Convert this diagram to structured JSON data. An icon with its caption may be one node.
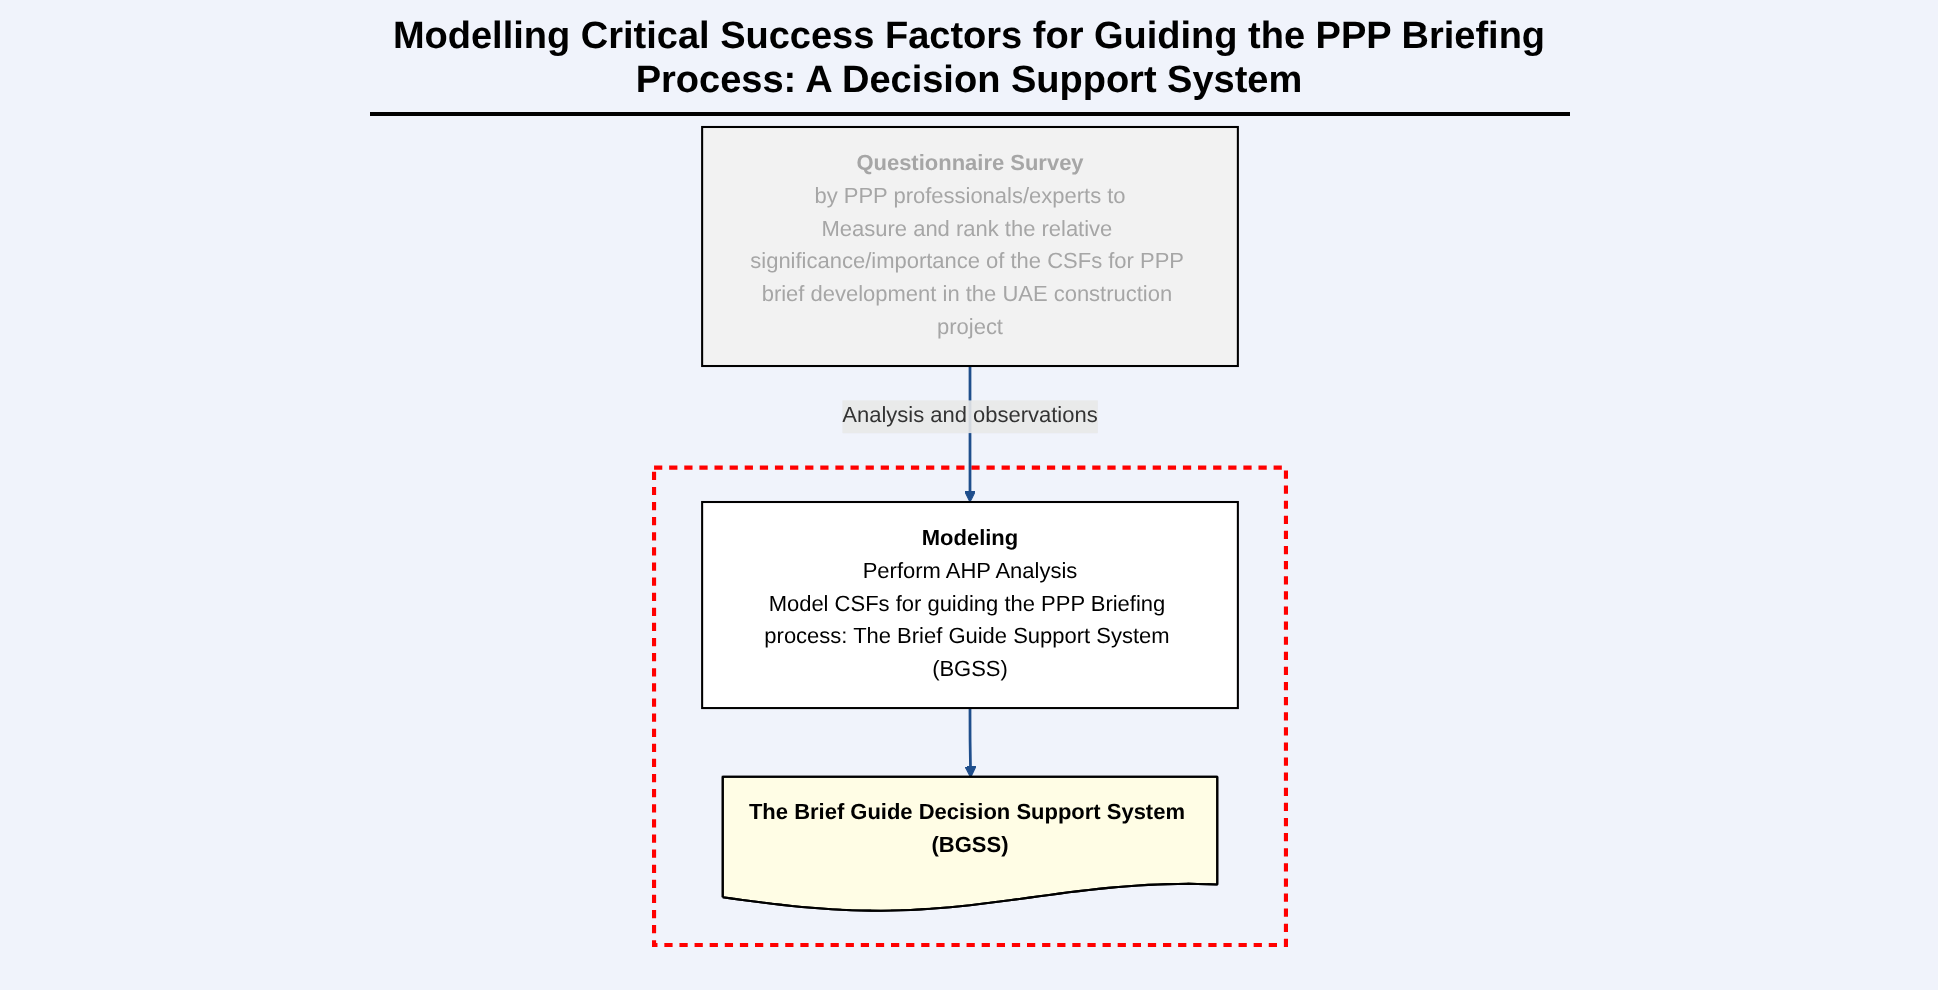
{
  "diagram": {
    "title": "Modelling Critical Success Factors for Guiding the PPP Briefing Process:  A Decision Support System",
    "nodes": [
      {
        "text": [
          "Questionnaire Survey",
          "by PPP professionals/experts to",
          "Measure and rank the relative significance/importance of the CSFs for PPP brief development in the UAE construction project"
        ]
      },
      {
        "text": [],
        "shape": "box"
      },
      {
        "text": [
          "Modeling",
          "Perform AHP Analysis",
          "Model CSFs for guiding the PPP Briefing process: The Brief Guide Support System (BGSS)"
        ],
        "in": 1
      },
      {
        "text": [
          "The Brief Guide Decision Support System (BGSS)"
        ],
        "in": 1
      }
    ],
    "edges": [
      {
        "from": 0,
        "to": 2,
        "arrow": "to",
        "label": "Analysis and observations"
      },
      {
        "from": 2,
        "to": 3,
        "arrow": "to"
      }
    ]
  }
}
